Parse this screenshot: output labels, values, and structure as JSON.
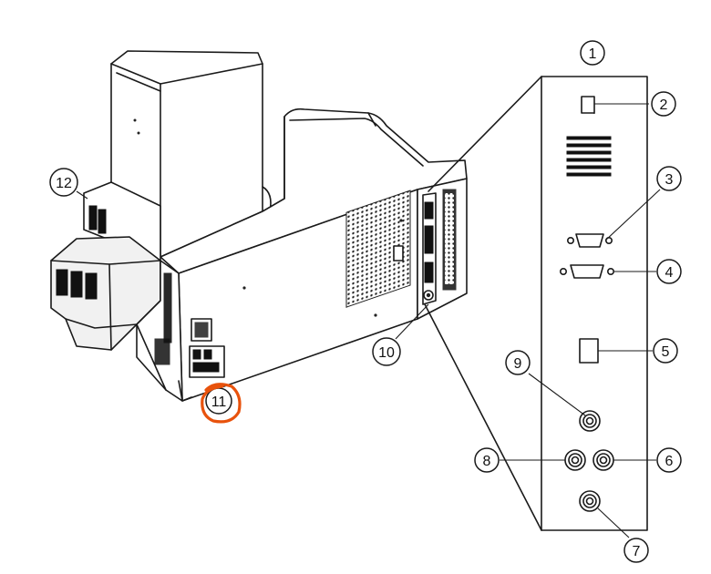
{
  "callouts": {
    "c1": "1",
    "c2": "2",
    "c3": "3",
    "c4": "4",
    "c5": "5",
    "c6": "6",
    "c7": "7",
    "c8": "8",
    "c9": "9",
    "c10": "10",
    "c11": "11",
    "c12": "12"
  },
  "colors": {
    "line": "#1a1a1a",
    "highlight": "#e8520c",
    "background": "#ffffff"
  }
}
